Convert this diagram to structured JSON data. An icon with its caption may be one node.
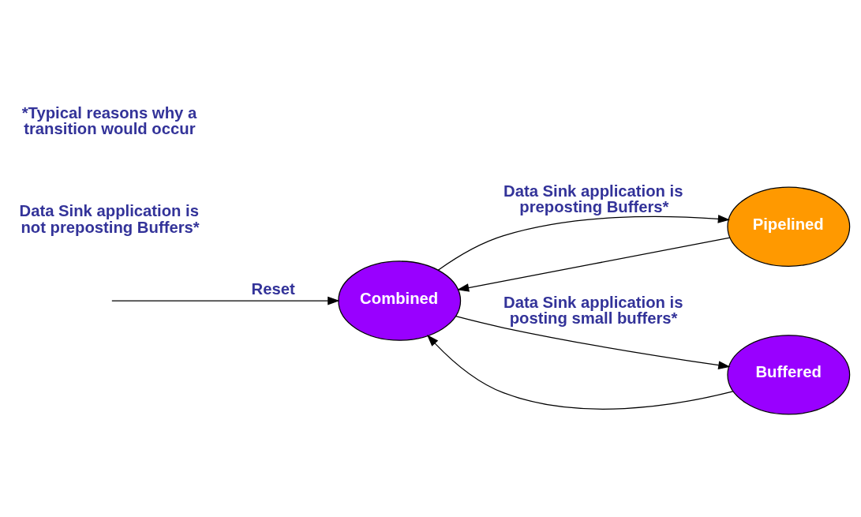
{
  "diagram": {
    "nodes": [
      {
        "text": [
          "Combined"
        ]
      },
      {
        "text": [
          "Pipelined"
        ]
      },
      {
        "text": [
          "Buffered"
        ]
      }
    ],
    "edges": [
      {
        "from": null,
        "to": 0,
        "arrow": "to",
        "label": "Reset"
      },
      {
        "from": 0,
        "to": 1,
        "arrow": "to",
        "label": "Data Sink application is preposting Buffers*"
      },
      {
        "from": 1,
        "to": 0,
        "arrow": "to"
      },
      {
        "from": 2,
        "to": 0,
        "arrow": "to"
      },
      {
        "from": 0,
        "to": 2,
        "arrow": "to",
        "label": "Data Sink application is posting small buffers*"
      }
    ],
    "labels": [
      "Data Sink application is not preposting Buffers*",
      "*Typical reasons why a transition would occur"
    ]
  }
}
